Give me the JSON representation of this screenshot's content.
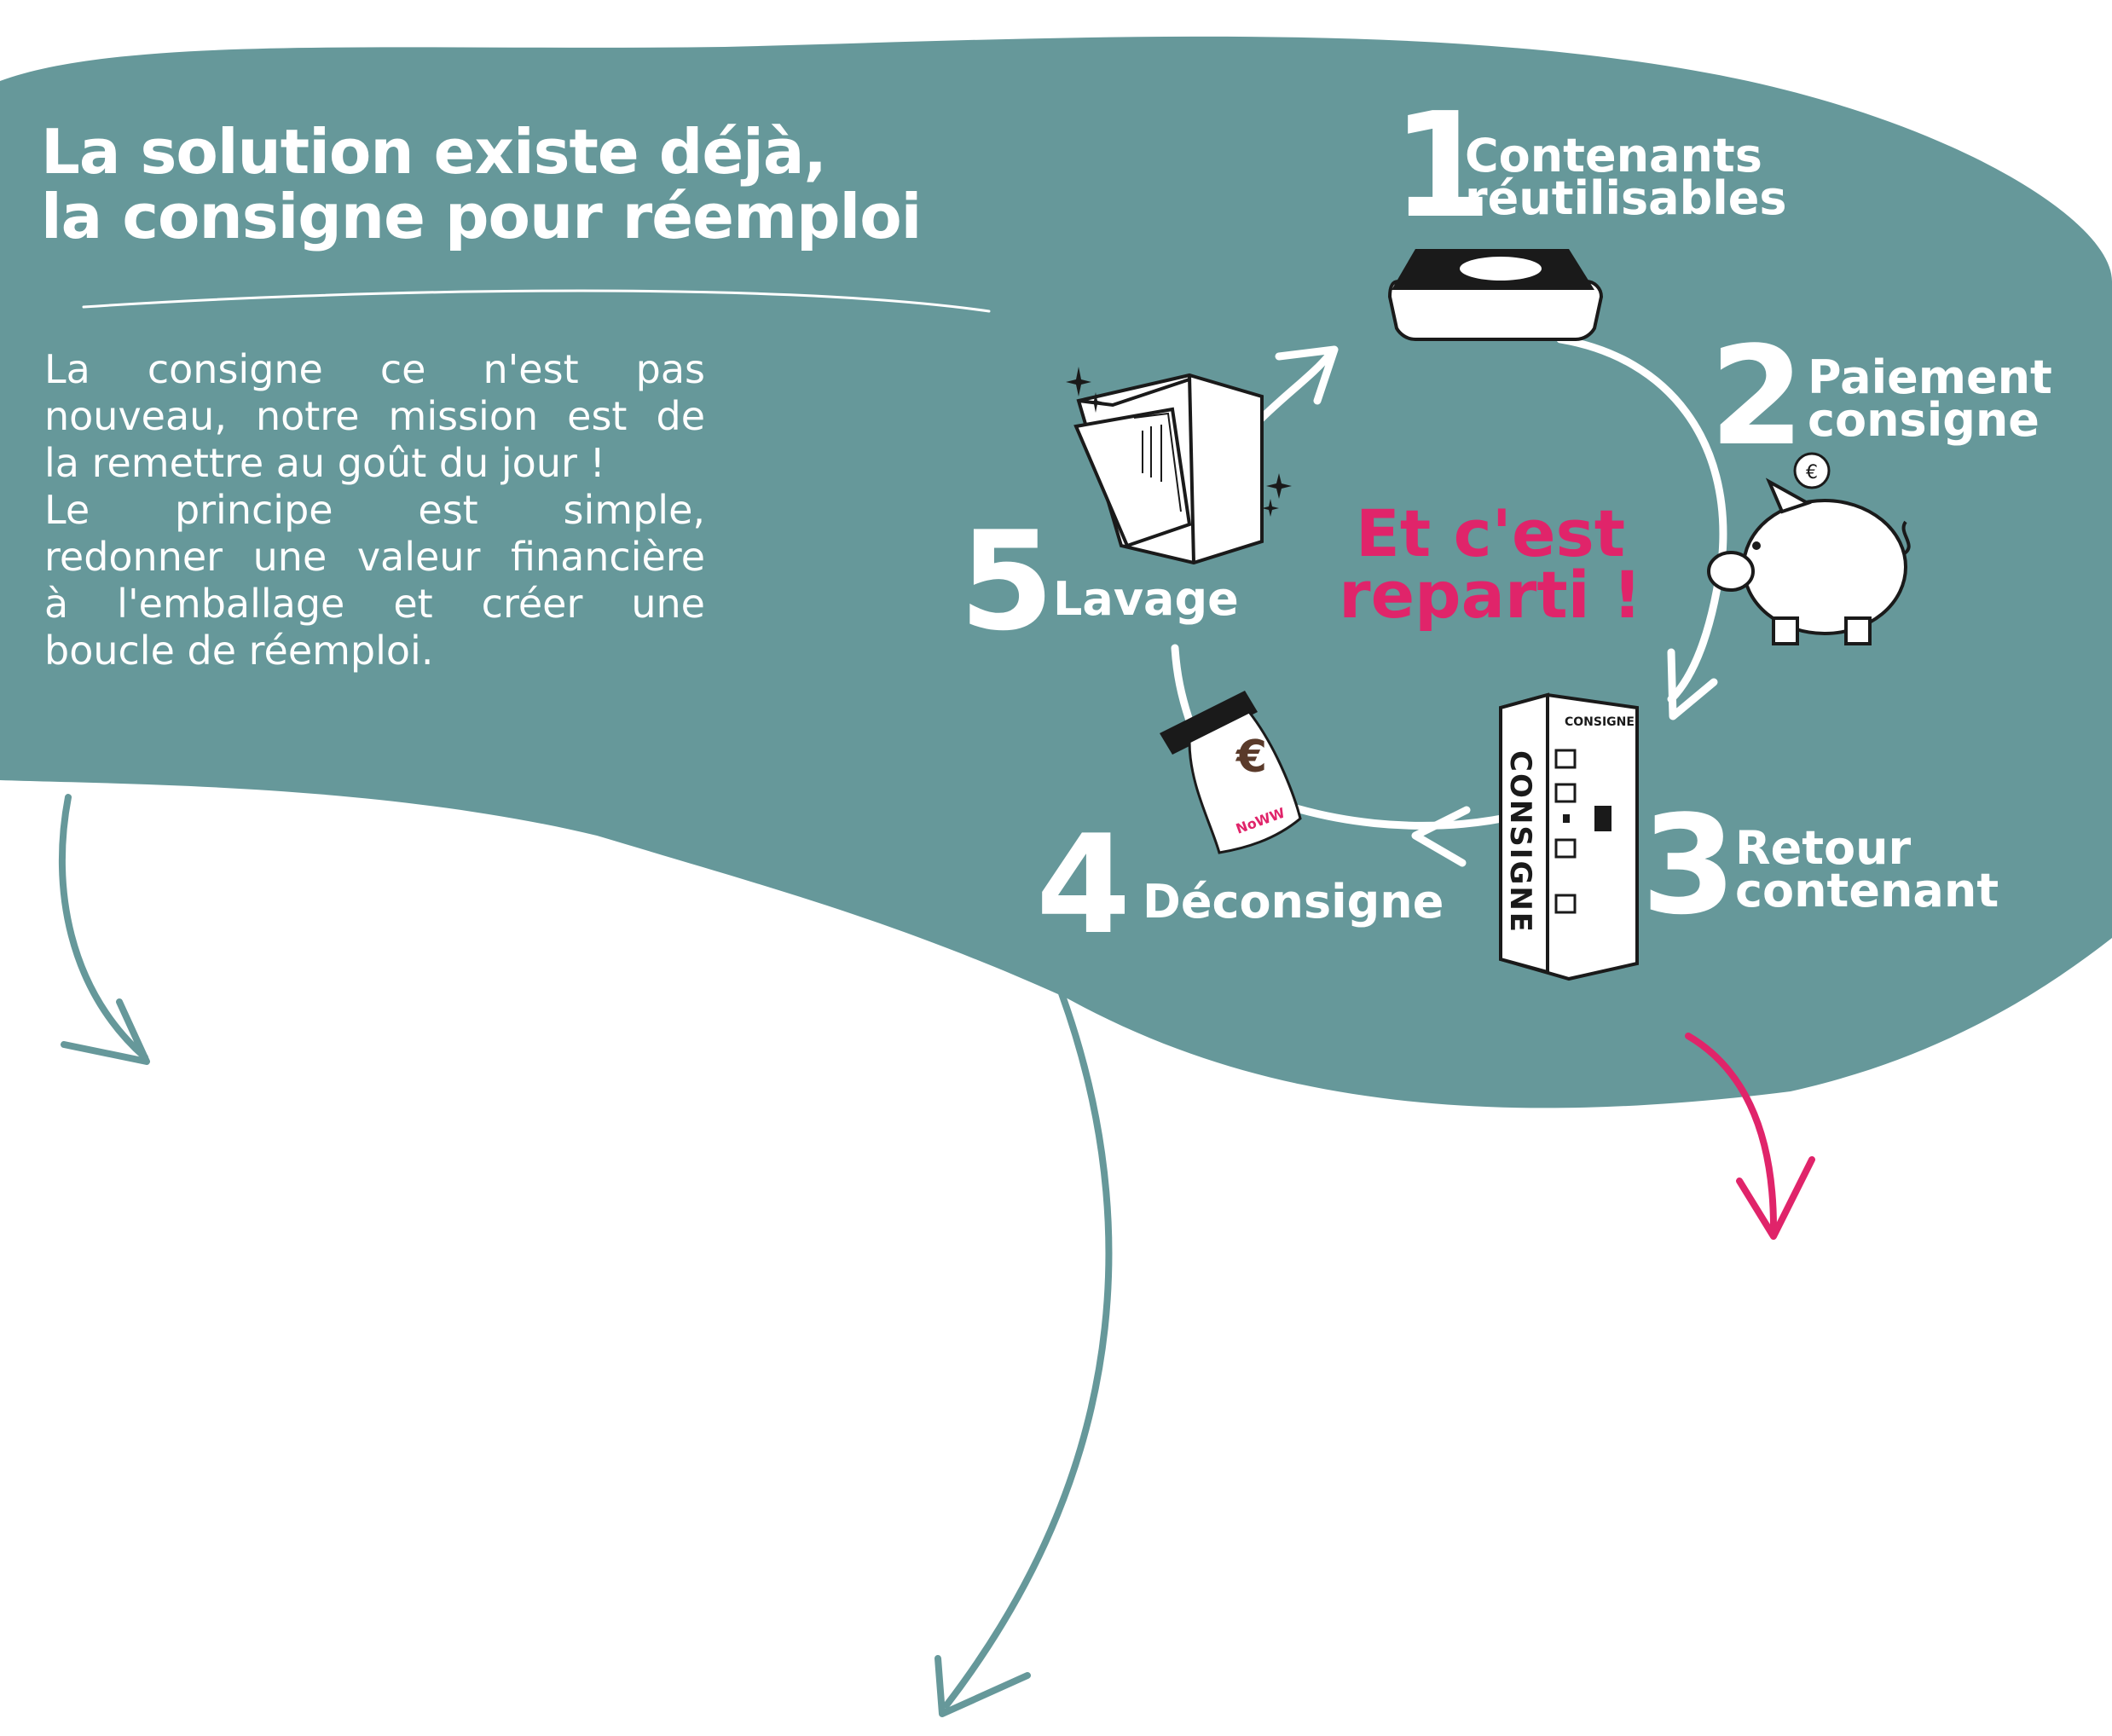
{
  "colors": {
    "teal": "#66989A",
    "white": "#ffffff",
    "pink": "#e0246a",
    "ink": "#1a1a1a"
  },
  "header": {
    "title_line1": "La solution existe déjà,",
    "title_line2": "la consigne pour réemploi"
  },
  "intro": {
    "lines": [
      "La consigne ce n'est pas",
      "nouveau, notre mission est de",
      "la remettre au goût du jour !",
      "Le principe est simple,",
      "redonner une valeur financière",
      "à l'emballage et créer une",
      "boucle de réemploi."
    ]
  },
  "cycle": {
    "steps": [
      {
        "number": "1",
        "label_lines": [
          "Contenants",
          "réutilisables"
        ],
        "icon": "reusable-container-icon"
      },
      {
        "number": "2",
        "label_lines": [
          "Paiement",
          "consigne"
        ],
        "icon": "piggy-bank-icon"
      },
      {
        "number": "3",
        "label_lines": [
          "Retour",
          "contenant"
        ],
        "icon": "deposit-machine-icon"
      },
      {
        "number": "4",
        "label_lines": [
          "Déconsigne"
        ],
        "icon": "euro-receipt-icon"
      },
      {
        "number": "5",
        "label_lines": [
          "Lavage"
        ],
        "icon": "dishwasher-icon"
      }
    ],
    "center_text_line1": "Et c'est",
    "center_text_line2": "reparti !"
  },
  "illustrations": {
    "machine_vertical_text": "CONSIGNE",
    "machine_top_label": "CONSIGNE",
    "coin_symbol": "€",
    "receipt_symbol": "€",
    "receipt_logo": "NoWW"
  }
}
